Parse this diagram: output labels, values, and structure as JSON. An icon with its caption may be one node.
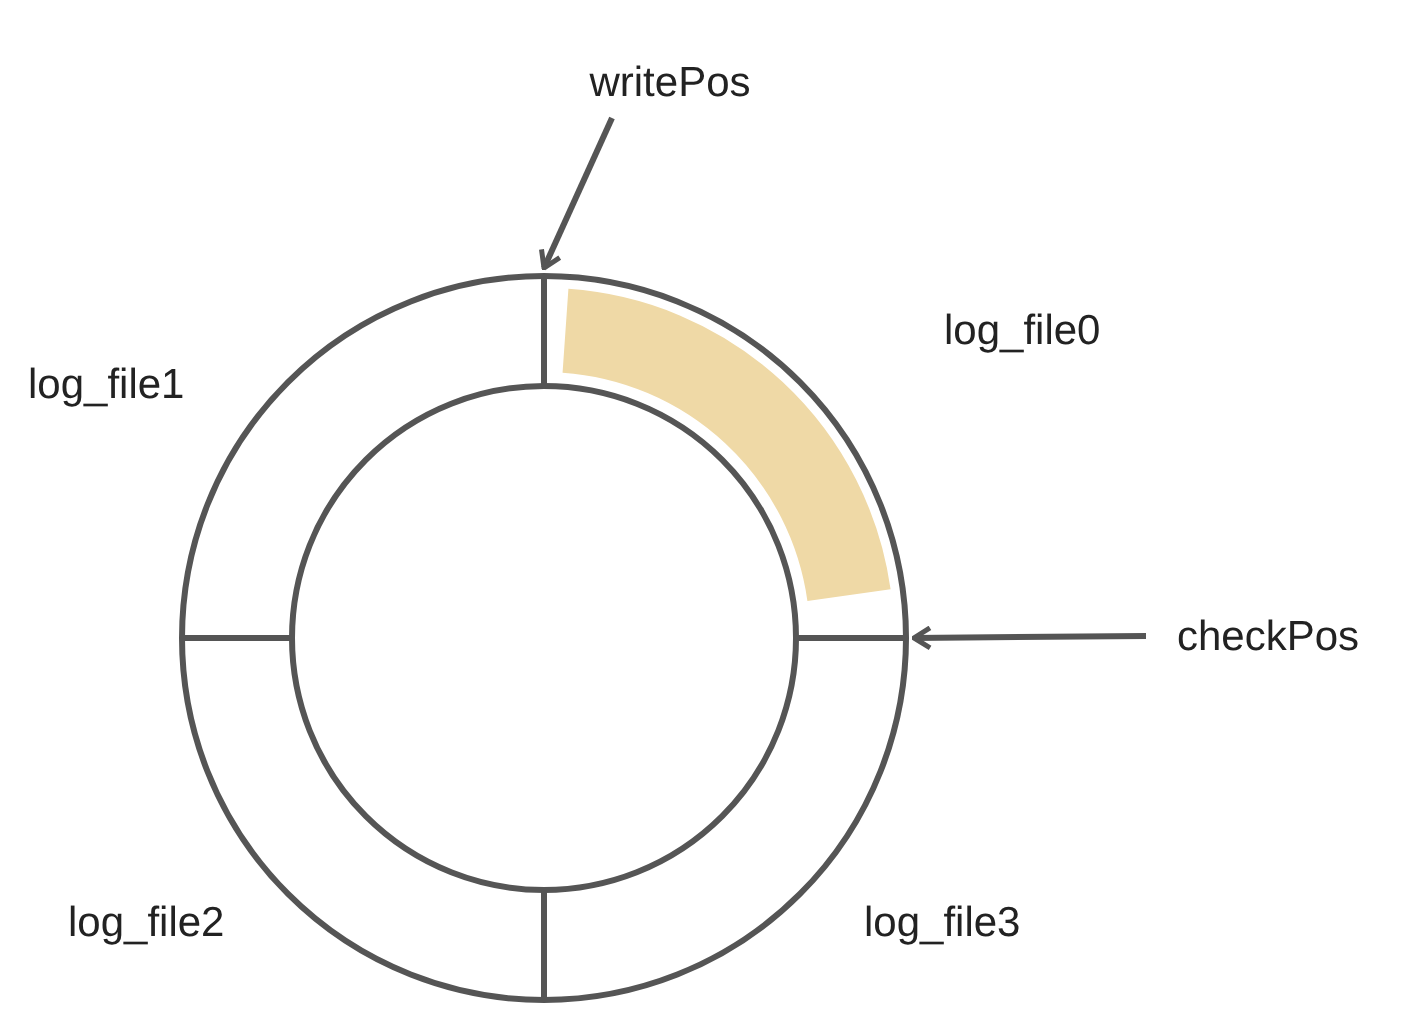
{
  "diagram": {
    "nodes": [
      {
        "text": [
          "writePos"
        ]
      },
      {
        "text": [
          "checkPos"
        ]
      },
      {
        "text": [],
        "shape": "circle"
      }
    ],
    "edges": [
      {
        "from": 0,
        "to": 2,
        "arrow": "to"
      },
      {
        "from": 1,
        "to": 2,
        "arrow": "to"
      }
    ],
    "labels": [
      "log_file1",
      "log_file0",
      "log_file2",
      "log_file3"
    ]
  }
}
